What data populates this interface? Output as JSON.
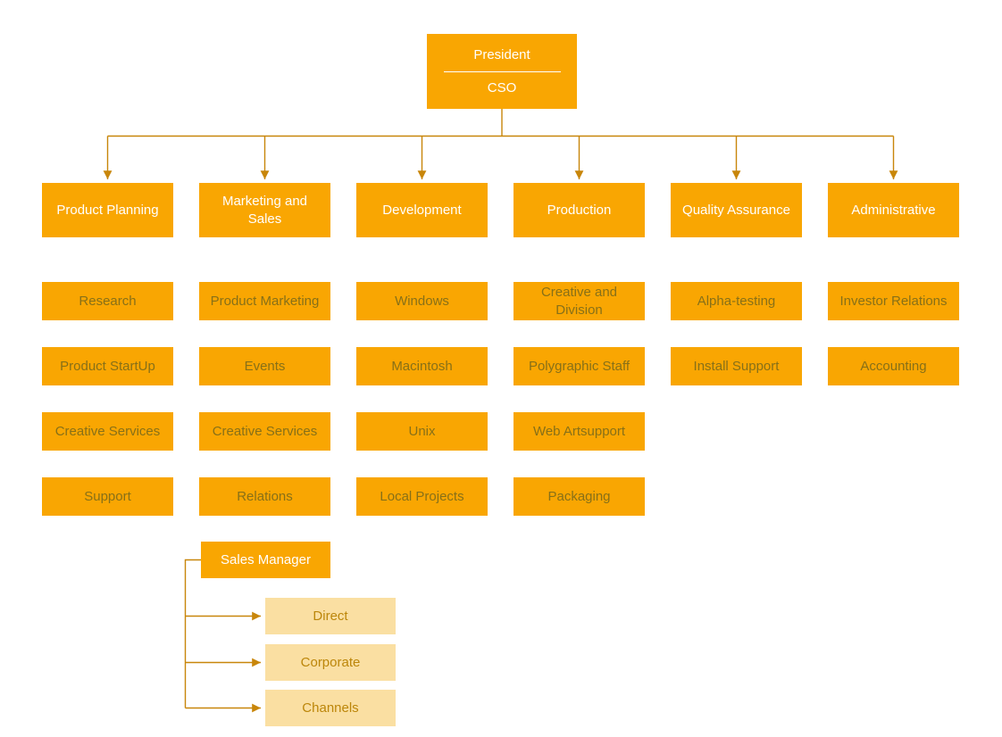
{
  "diagram": {
    "colors": {
      "node_fill": "#F9A602",
      "node_text": "#FFFFFF",
      "sub_node_text": "#877018",
      "connector": "#C8860A",
      "pale_node_fill": "#FADFA2",
      "pale_node_text": "#BC860A",
      "background": "#FFFFFF"
    },
    "root": {
      "title": "President",
      "subtitle": "CSO"
    },
    "departments": [
      {
        "label": "Product Planning"
      },
      {
        "label": "Marketing and Sales"
      },
      {
        "label": "Development"
      },
      {
        "label": "Production"
      },
      {
        "label": "Quality Assurance"
      },
      {
        "label": "Administrative"
      }
    ],
    "sub_nodes": [
      {
        "label": "Research",
        "col": 0,
        "row": 0
      },
      {
        "label": "Product StartUp",
        "col": 0,
        "row": 1
      },
      {
        "label": "Creative Services",
        "col": 0,
        "row": 2
      },
      {
        "label": "Support",
        "col": 0,
        "row": 3
      },
      {
        "label": "Product Marketing",
        "col": 1,
        "row": 0
      },
      {
        "label": "Events",
        "col": 1,
        "row": 1
      },
      {
        "label": "Creative Services",
        "col": 1,
        "row": 2
      },
      {
        "label": "Relations",
        "col": 1,
        "row": 3
      },
      {
        "label": "Windows",
        "col": 2,
        "row": 0
      },
      {
        "label": "Macintosh",
        "col": 2,
        "row": 1
      },
      {
        "label": "Unix",
        "col": 2,
        "row": 2
      },
      {
        "label": "Local Projects",
        "col": 2,
        "row": 3
      },
      {
        "label": "Creative and Division",
        "col": 3,
        "row": 0
      },
      {
        "label": "Polygraphic Staff",
        "col": 3,
        "row": 1
      },
      {
        "label": "Web Artsupport",
        "col": 3,
        "row": 2
      },
      {
        "label": "Packaging",
        "col": 3,
        "row": 3
      },
      {
        "label": "Alpha-testing",
        "col": 4,
        "row": 0
      },
      {
        "label": "Install Support",
        "col": 4,
        "row": 1
      },
      {
        "label": "Investor Relations",
        "col": 5,
        "row": 0
      },
      {
        "label": "Accounting",
        "col": 5,
        "row": 1
      }
    ],
    "sales_manager": {
      "label": "Sales Manager"
    },
    "sales_children": [
      {
        "label": "Direct"
      },
      {
        "label": "Corporate"
      },
      {
        "label": "Channels"
      }
    ]
  }
}
